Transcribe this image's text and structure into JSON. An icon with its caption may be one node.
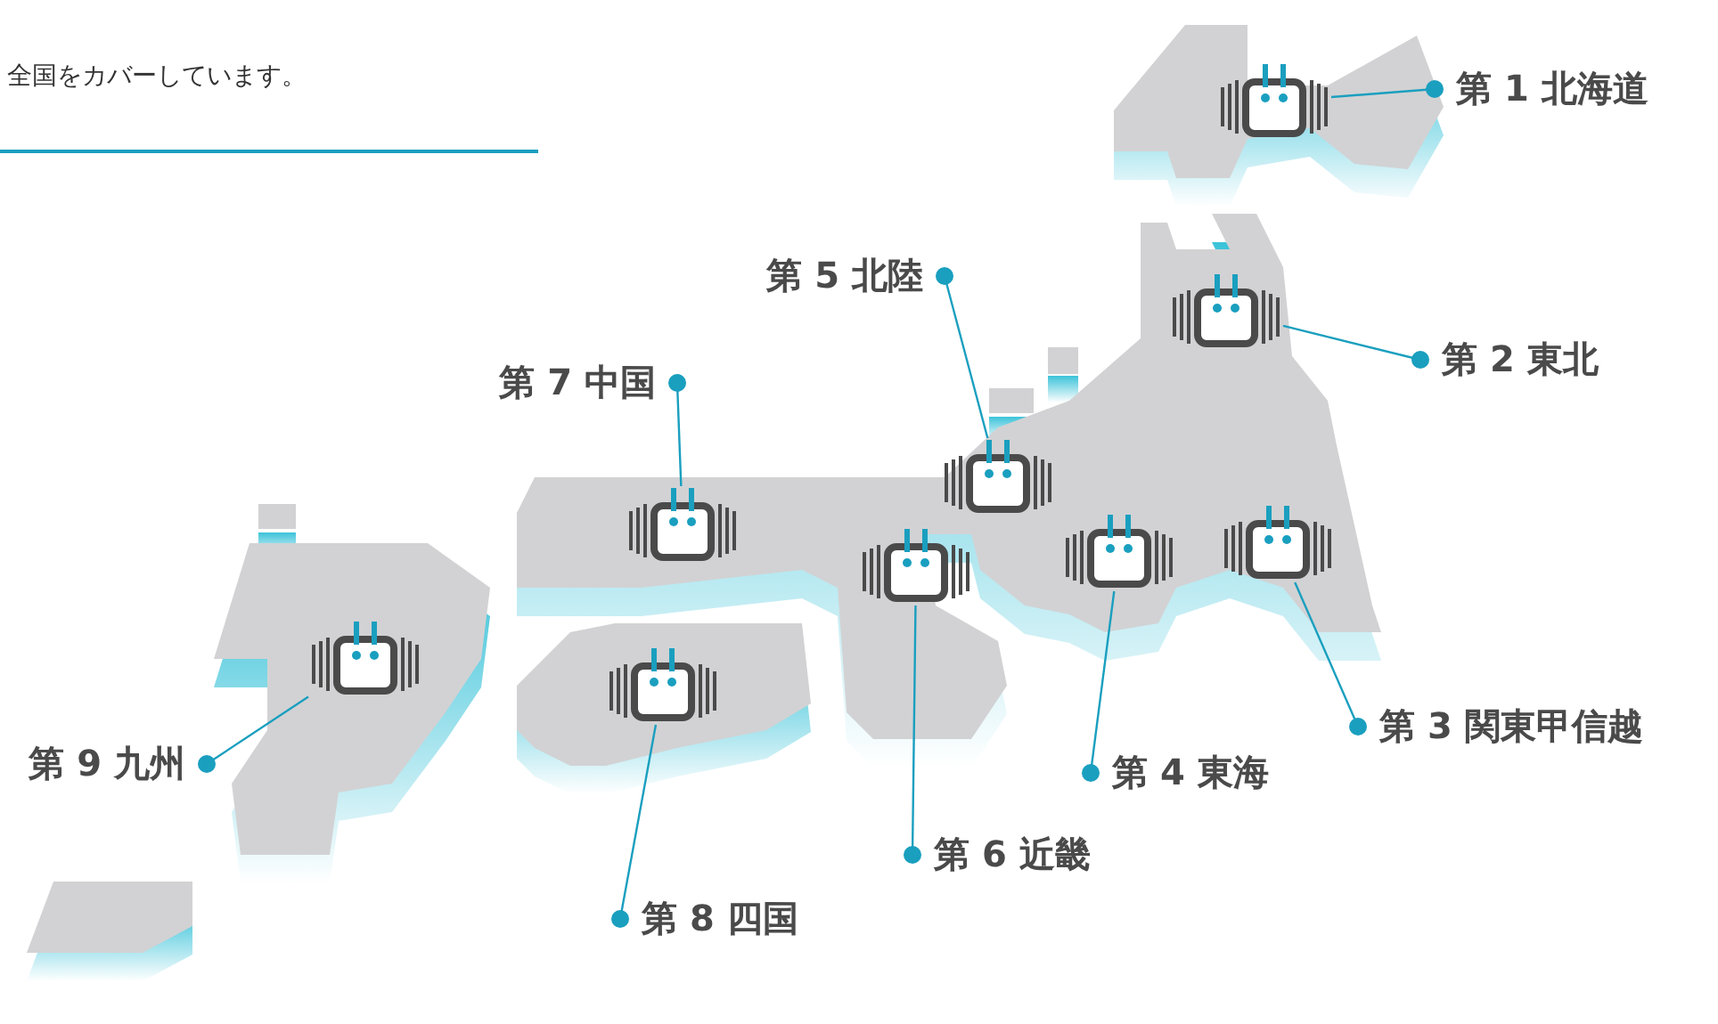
{
  "diagram": {
    "title": "全国をカバーしています。",
    "nodes": [
      {
        "text": [
          "第 1 北海道"
        ]
      },
      {
        "text": [
          "第 5 北陸"
        ]
      },
      {
        "text": [
          "第 2 東北"
        ]
      },
      {
        "text": [
          "第 7 中国"
        ]
      },
      {
        "text": [
          "第 9 九州"
        ]
      },
      {
        "text": [
          "第 3 関東甲信越"
        ]
      },
      {
        "text": [
          "第 4 東海"
        ]
      },
      {
        "text": [
          "第 6 近畿"
        ]
      },
      {
        "text": [
          "第 8 四国"
        ]
      },
      {
        "text": [],
        "shape": "picture"
      },
      {
        "text": [],
        "shape": "picture"
      },
      {
        "text": [],
        "shape": "picture"
      },
      {
        "text": [],
        "shape": "picture"
      },
      {
        "text": [],
        "shape": "picture"
      },
      {
        "text": [],
        "shape": "picture"
      },
      {
        "text": [],
        "shape": "picture"
      },
      {
        "text": [],
        "shape": "picture"
      },
      {
        "text": [],
        "shape": "picture"
      }
    ],
    "edges": [
      {
        "from": 0,
        "to": 9,
        "arrow": "other"
      },
      {
        "from": 1,
        "to": 10,
        "arrow": "other"
      },
      {
        "from": 2,
        "to": 11,
        "arrow": "other"
      },
      {
        "from": 3,
        "to": 12,
        "arrow": "other"
      },
      {
        "from": 4,
        "to": 13,
        "arrow": "other"
      },
      {
        "from": 5,
        "to": 14,
        "arrow": "other"
      },
      {
        "from": 6,
        "to": 15,
        "arrow": "other"
      },
      {
        "from": 7,
        "to": 16,
        "arrow": "other"
      },
      {
        "from": 8,
        "to": 17,
        "arrow": "other"
      }
    ]
  }
}
